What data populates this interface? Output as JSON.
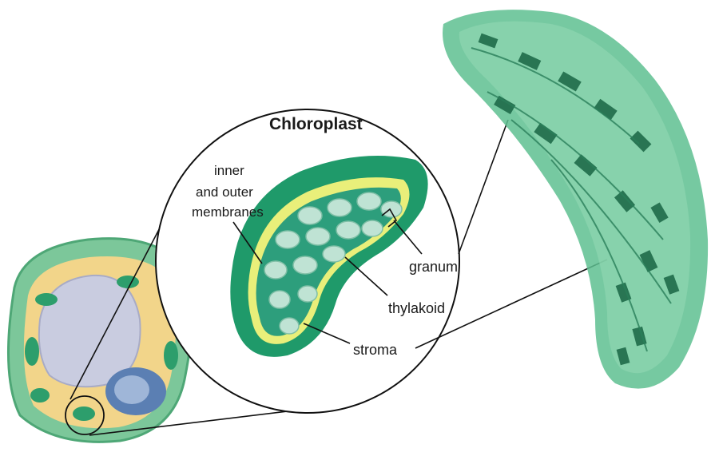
{
  "diagram": {
    "title": "Chloroplast",
    "labels": {
      "membranes_line1": "inner",
      "membranes_line2": "and outer",
      "membranes_line3": "membranes",
      "granum": "granum",
      "thylakoid": "thylakoid",
      "stroma": "stroma"
    },
    "colors": {
      "outer_membrane": "#1f9a6a",
      "inner_membrane": "#e9ef7a",
      "stroma": "#2d9e7c",
      "granum": "#bfe3d4",
      "cell_wall": "#7cc79a",
      "cytoplasm": "#f2d58a",
      "vacuole": "#c9cce0",
      "nucleus": "#5b7fb3",
      "chloroplast_3d": "#5ebf90",
      "chloroplast_3d_dark": "#1f6b4a"
    }
  }
}
